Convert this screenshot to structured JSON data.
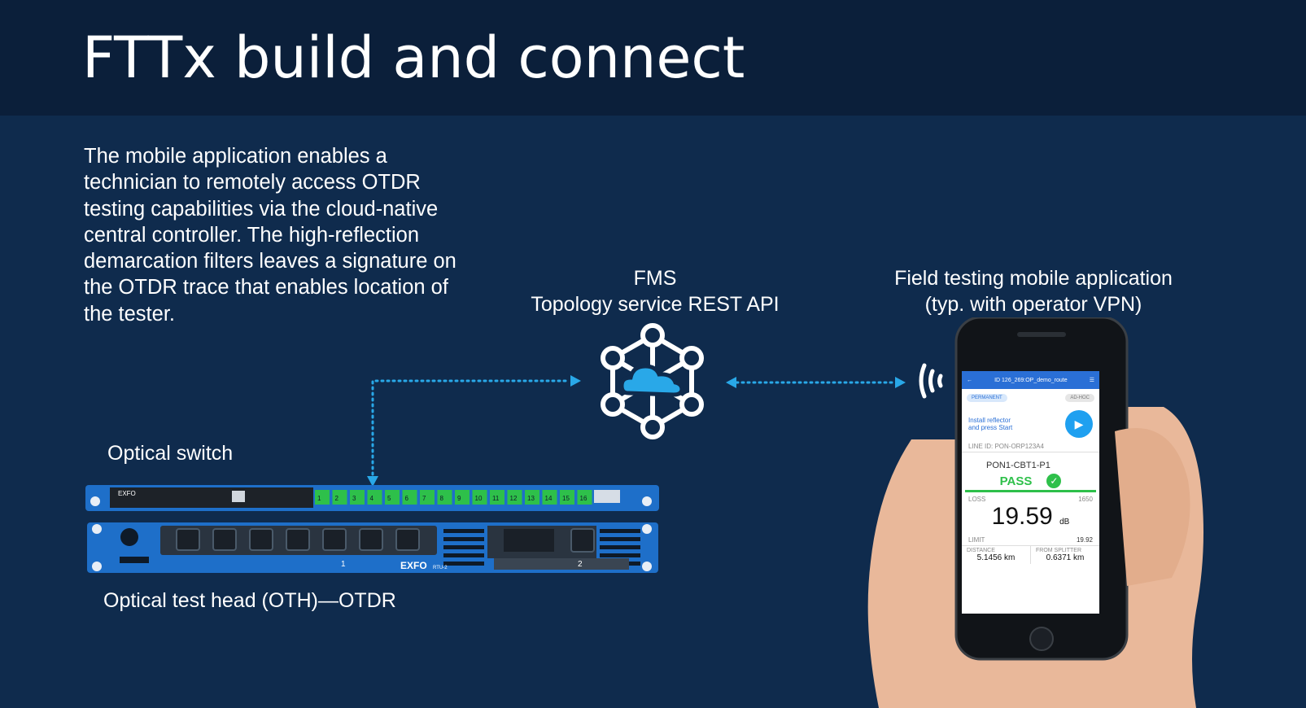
{
  "slide": {
    "title": "FTTx build and connect",
    "description": "The mobile application enables a technician to remotely access OTDR testing capabilities via the cloud-native central controller. The high-reflection demarcation filters leaves a signature on the OTDR trace that enables location of the tester."
  },
  "labels": {
    "fms_line1": "FMS",
    "fms_line2": "Topology service REST API",
    "field_line1": "Field testing mobile application",
    "field_line2": "(typ. with operator VPN)",
    "optical_switch": "Optical switch",
    "oth": "Optical test head (OTH)—OTDR"
  },
  "switch_device": {
    "brand": "EXFO",
    "ports": [
      "1",
      "2",
      "3",
      "4",
      "5",
      "6",
      "7",
      "8",
      "9",
      "10",
      "11",
      "12",
      "13",
      "14",
      "15",
      "16"
    ]
  },
  "oth_device": {
    "brand": "EXFO",
    "model": "RTU-2",
    "slot1": "1",
    "slot2": "2"
  },
  "phone_screen": {
    "header_title": "ID 126_269:OP_demo_route",
    "mode_permanent": "PERMANENT",
    "mode_adhoc": "AD-HOC",
    "instruction_line1": "Install reflector",
    "instruction_line2": "and press Start",
    "line_id": "LINE ID: PON-ORP123A4",
    "pon_name": "PON1-CBT1-P1",
    "result": "PASS",
    "loss_label": "LOSS",
    "loss_right": "1650",
    "loss_value": "19.59",
    "loss_unit": "dB",
    "limit_label": "LIMIT",
    "limit_value": "19.92",
    "distance_label": "DISTANCE",
    "distance_value": "5.1456 km",
    "from_splitter_label": "FROM SPLITTER",
    "from_splitter_value": "0.6371 km"
  },
  "colors": {
    "background": "#0f2b4d",
    "header": "#0b1f3a",
    "accent": "#29a8e8",
    "device_blue": "#1e6fc9",
    "pass_green": "#2ec04a"
  }
}
